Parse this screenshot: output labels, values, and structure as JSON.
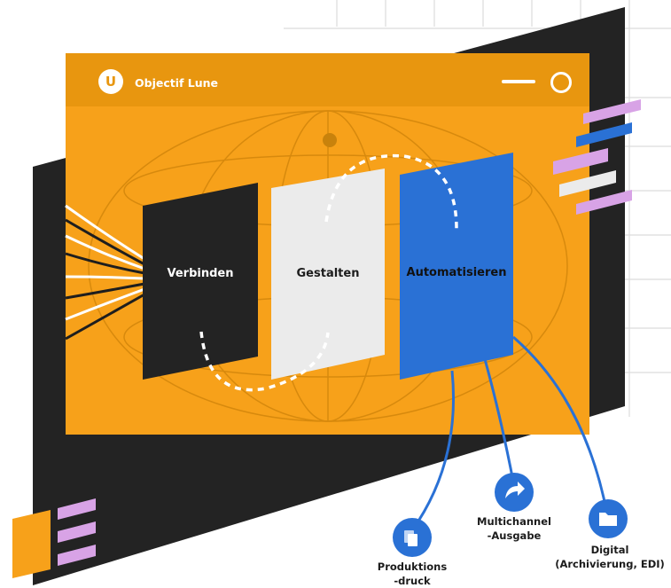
{
  "window": {
    "title": "Objectif Lune",
    "logo_letter": "U"
  },
  "panels": {
    "connect": "Verbinden",
    "design": "Gestalten",
    "automate": "Automatisieren"
  },
  "outputs": {
    "print_line1": "Produktions",
    "print_line2": "-druck",
    "multichannel_line1": "Multichannel",
    "multichannel_line2": "-Ausgabe",
    "digital_line1": "Digital",
    "digital_line2": "(Archivierung, EDI)"
  },
  "colors": {
    "orange": "#F7A11A",
    "orange_dark": "#E8960F",
    "dark": "#232323",
    "light": "#E9E9E9",
    "blue": "#2A71D5",
    "lilac": "#D8A3E6"
  }
}
